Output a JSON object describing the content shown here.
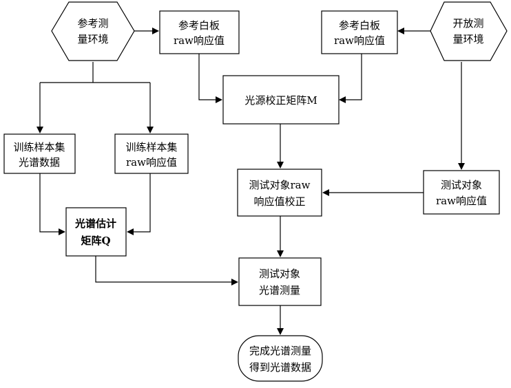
{
  "nodes": {
    "ref_env": {
      "lines": [
        "参考测",
        "量环境"
      ]
    },
    "ref_white_raw": {
      "lines": [
        "参考白板",
        "raw响应值"
      ]
    },
    "ref_white_raw_right": {
      "lines": [
        "参考白板",
        "raw响应值"
      ]
    },
    "open_env": {
      "lines": [
        "开放测",
        "量环境"
      ]
    },
    "light_matrix": {
      "lines": [
        "光源校正矩阵M"
      ]
    },
    "train_spectral": {
      "lines": [
        "训练样本集",
        "光谱数据"
      ]
    },
    "train_raw": {
      "lines": [
        "训练样本集",
        "raw响应值"
      ]
    },
    "test_raw_correct": {
      "lines": [
        "测试对象raw",
        "响应值校正"
      ]
    },
    "test_raw": {
      "lines": [
        "测试对象",
        "raw响应值"
      ]
    },
    "spectral_matrix": {
      "lines": [
        "光谱估计",
        "矩阵Q"
      ]
    },
    "test_measure": {
      "lines": [
        "测试对象",
        "光谱测量"
      ]
    },
    "done": {
      "lines": [
        "完成光谱测量",
        "得到光谱数据"
      ]
    }
  },
  "colors": {
    "stroke": "#000000",
    "fill": "#ffffff",
    "text": "#000000"
  }
}
